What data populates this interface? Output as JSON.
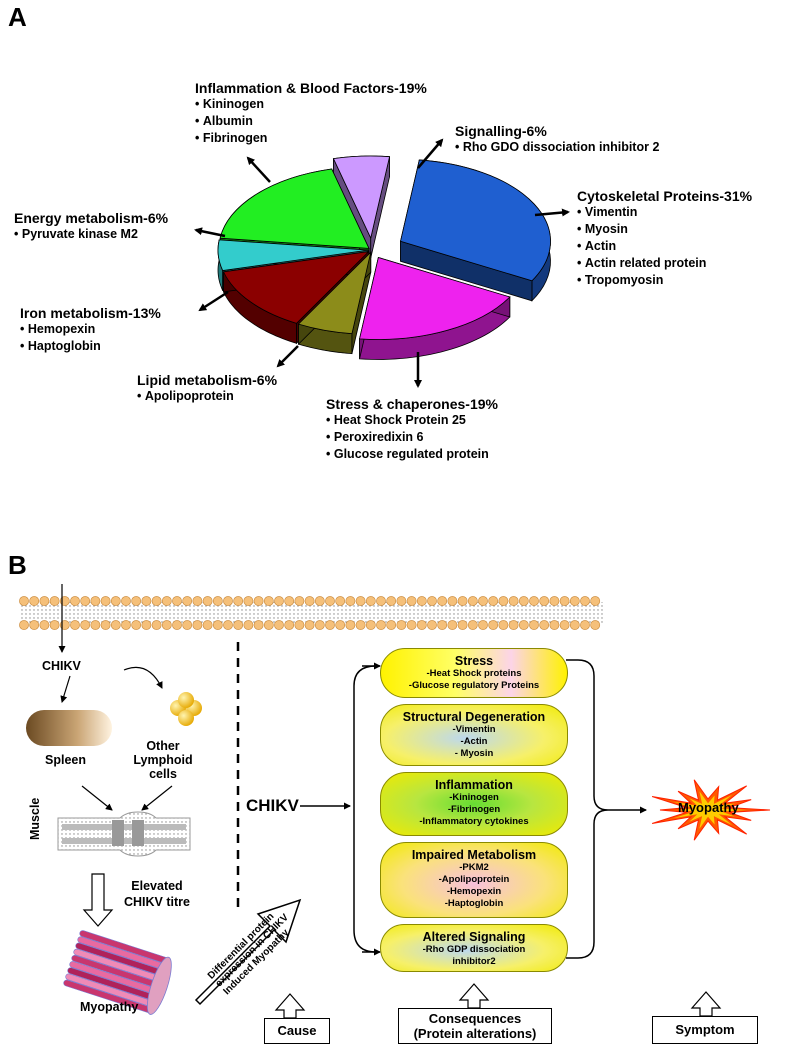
{
  "panel_a": {
    "letter": "A",
    "chart_data": {
      "type": "pie",
      "slices": [
        {
          "name": "Cytoskeletal Proteins",
          "label": "Cytoskeletal Proteins-31%",
          "value": 31,
          "color": "#1f5fd0",
          "items": [
            "Vimentin",
            "Myosin",
            "Actin",
            "Actin related protein",
            "Tropomyosin"
          ]
        },
        {
          "name": "Stress & chaperones",
          "label": "Stress & chaperones-19%",
          "value": 19,
          "color": "#ee22ee",
          "items": [
            "Heat Shock Protein 25",
            "Peroxiredixin 6",
            "Glucose regulated protein"
          ]
        },
        {
          "name": "Lipid metabolism",
          "label": "Lipid metabolism-6%",
          "value": 6,
          "color": "#8c8c1a",
          "items": [
            "Apolipoprotein"
          ]
        },
        {
          "name": "Iron metabolism",
          "label": "Iron metabolism-13%",
          "value": 13,
          "color": "#8b0000",
          "items": [
            "Hemopexin",
            "Haptoglobin"
          ]
        },
        {
          "name": "Energy metabolism",
          "label": "Energy metabolism-6%",
          "value": 6,
          "color": "#33cccc",
          "items": [
            "Pyruvate kinase M2"
          ]
        },
        {
          "name": "Inflammation & Blood Factors",
          "label": "Inflammation & Blood Factors-19%",
          "value": 19,
          "color": "#22ee22",
          "items": [
            "Kininogen",
            "Albumin",
            "Fibrinogen"
          ]
        },
        {
          "name": "Signalling",
          "label": "Signalling-6%",
          "value": 6,
          "color": "#cc99ff",
          "items": [
            "Rho GDO dissociation inhibitor 2"
          ]
        }
      ]
    }
  },
  "panel_b": {
    "letter": "B",
    "chikv_small": "CHIKV",
    "spleen": "Spleen",
    "lymphoid": "Other Lymphoid cells",
    "muscle": "Muscle",
    "elevated": "Elevated CHIKV titre",
    "myopathy_left": "Myopathy",
    "big_arrow_text": "Differential protein expression in CHIKV Induced Myopathy",
    "chikv_big": "CHIKV",
    "pills": [
      {
        "title": "Stress",
        "items": [
          "-Heat Shock proteins",
          "-Glucose regulatory  Proteins"
        ]
      },
      {
        "title": "Structural Degeneration",
        "items": [
          "-Vimentin",
          "-Actin",
          "- Myosin"
        ]
      },
      {
        "title": "Inflammation",
        "items": [
          "-Kininogen",
          "-Fibrinogen",
          "-Inflammatory cytokines"
        ]
      },
      {
        "title": "Impaired Metabolism",
        "items": [
          "-PKM2",
          "-Apolipoprotein",
          "-Hemopexin",
          "-Haptoglobin"
        ]
      },
      {
        "title": "Altered Signaling",
        "items": [
          "-Rho GDP dissociation",
          "inhibitor2"
        ]
      }
    ],
    "myopathy_star": "Myopathy",
    "cause": "Cause",
    "consequences_line1": "Consequences",
    "consequences_line2": "(Protein alterations)",
    "symptom": "Symptom"
  }
}
